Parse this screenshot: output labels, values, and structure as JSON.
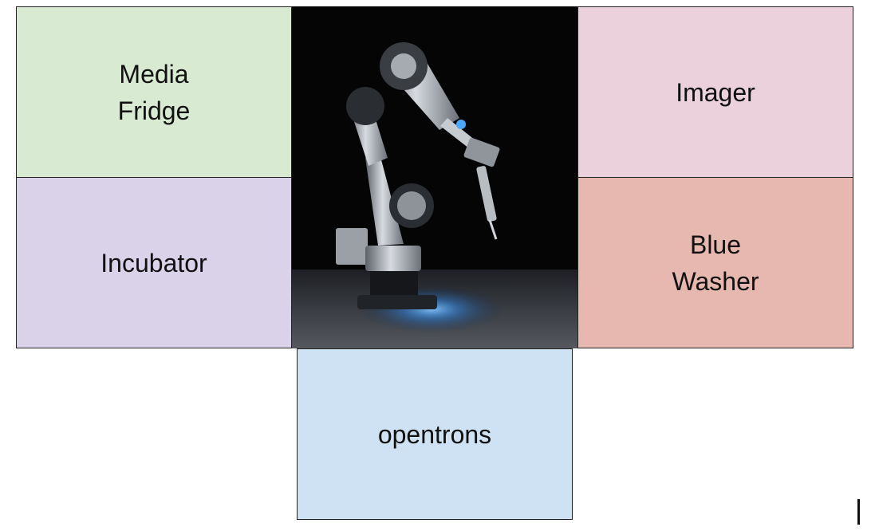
{
  "stations": {
    "media_fridge": {
      "label": "Media\nFridge",
      "color": "#d9ead3"
    },
    "incubator": {
      "label": "Incubator",
      "color": "#d9d2e9"
    },
    "imager": {
      "label": "Imager",
      "color": "#ead1dc"
    },
    "blue_washer": {
      "label": "Blue\nWasher",
      "color": "#e6b8af"
    },
    "opentrons": {
      "label": "opentrons",
      "color": "#cfe2f3"
    }
  },
  "robot_arm": {
    "icon": "robot-arm-image"
  }
}
